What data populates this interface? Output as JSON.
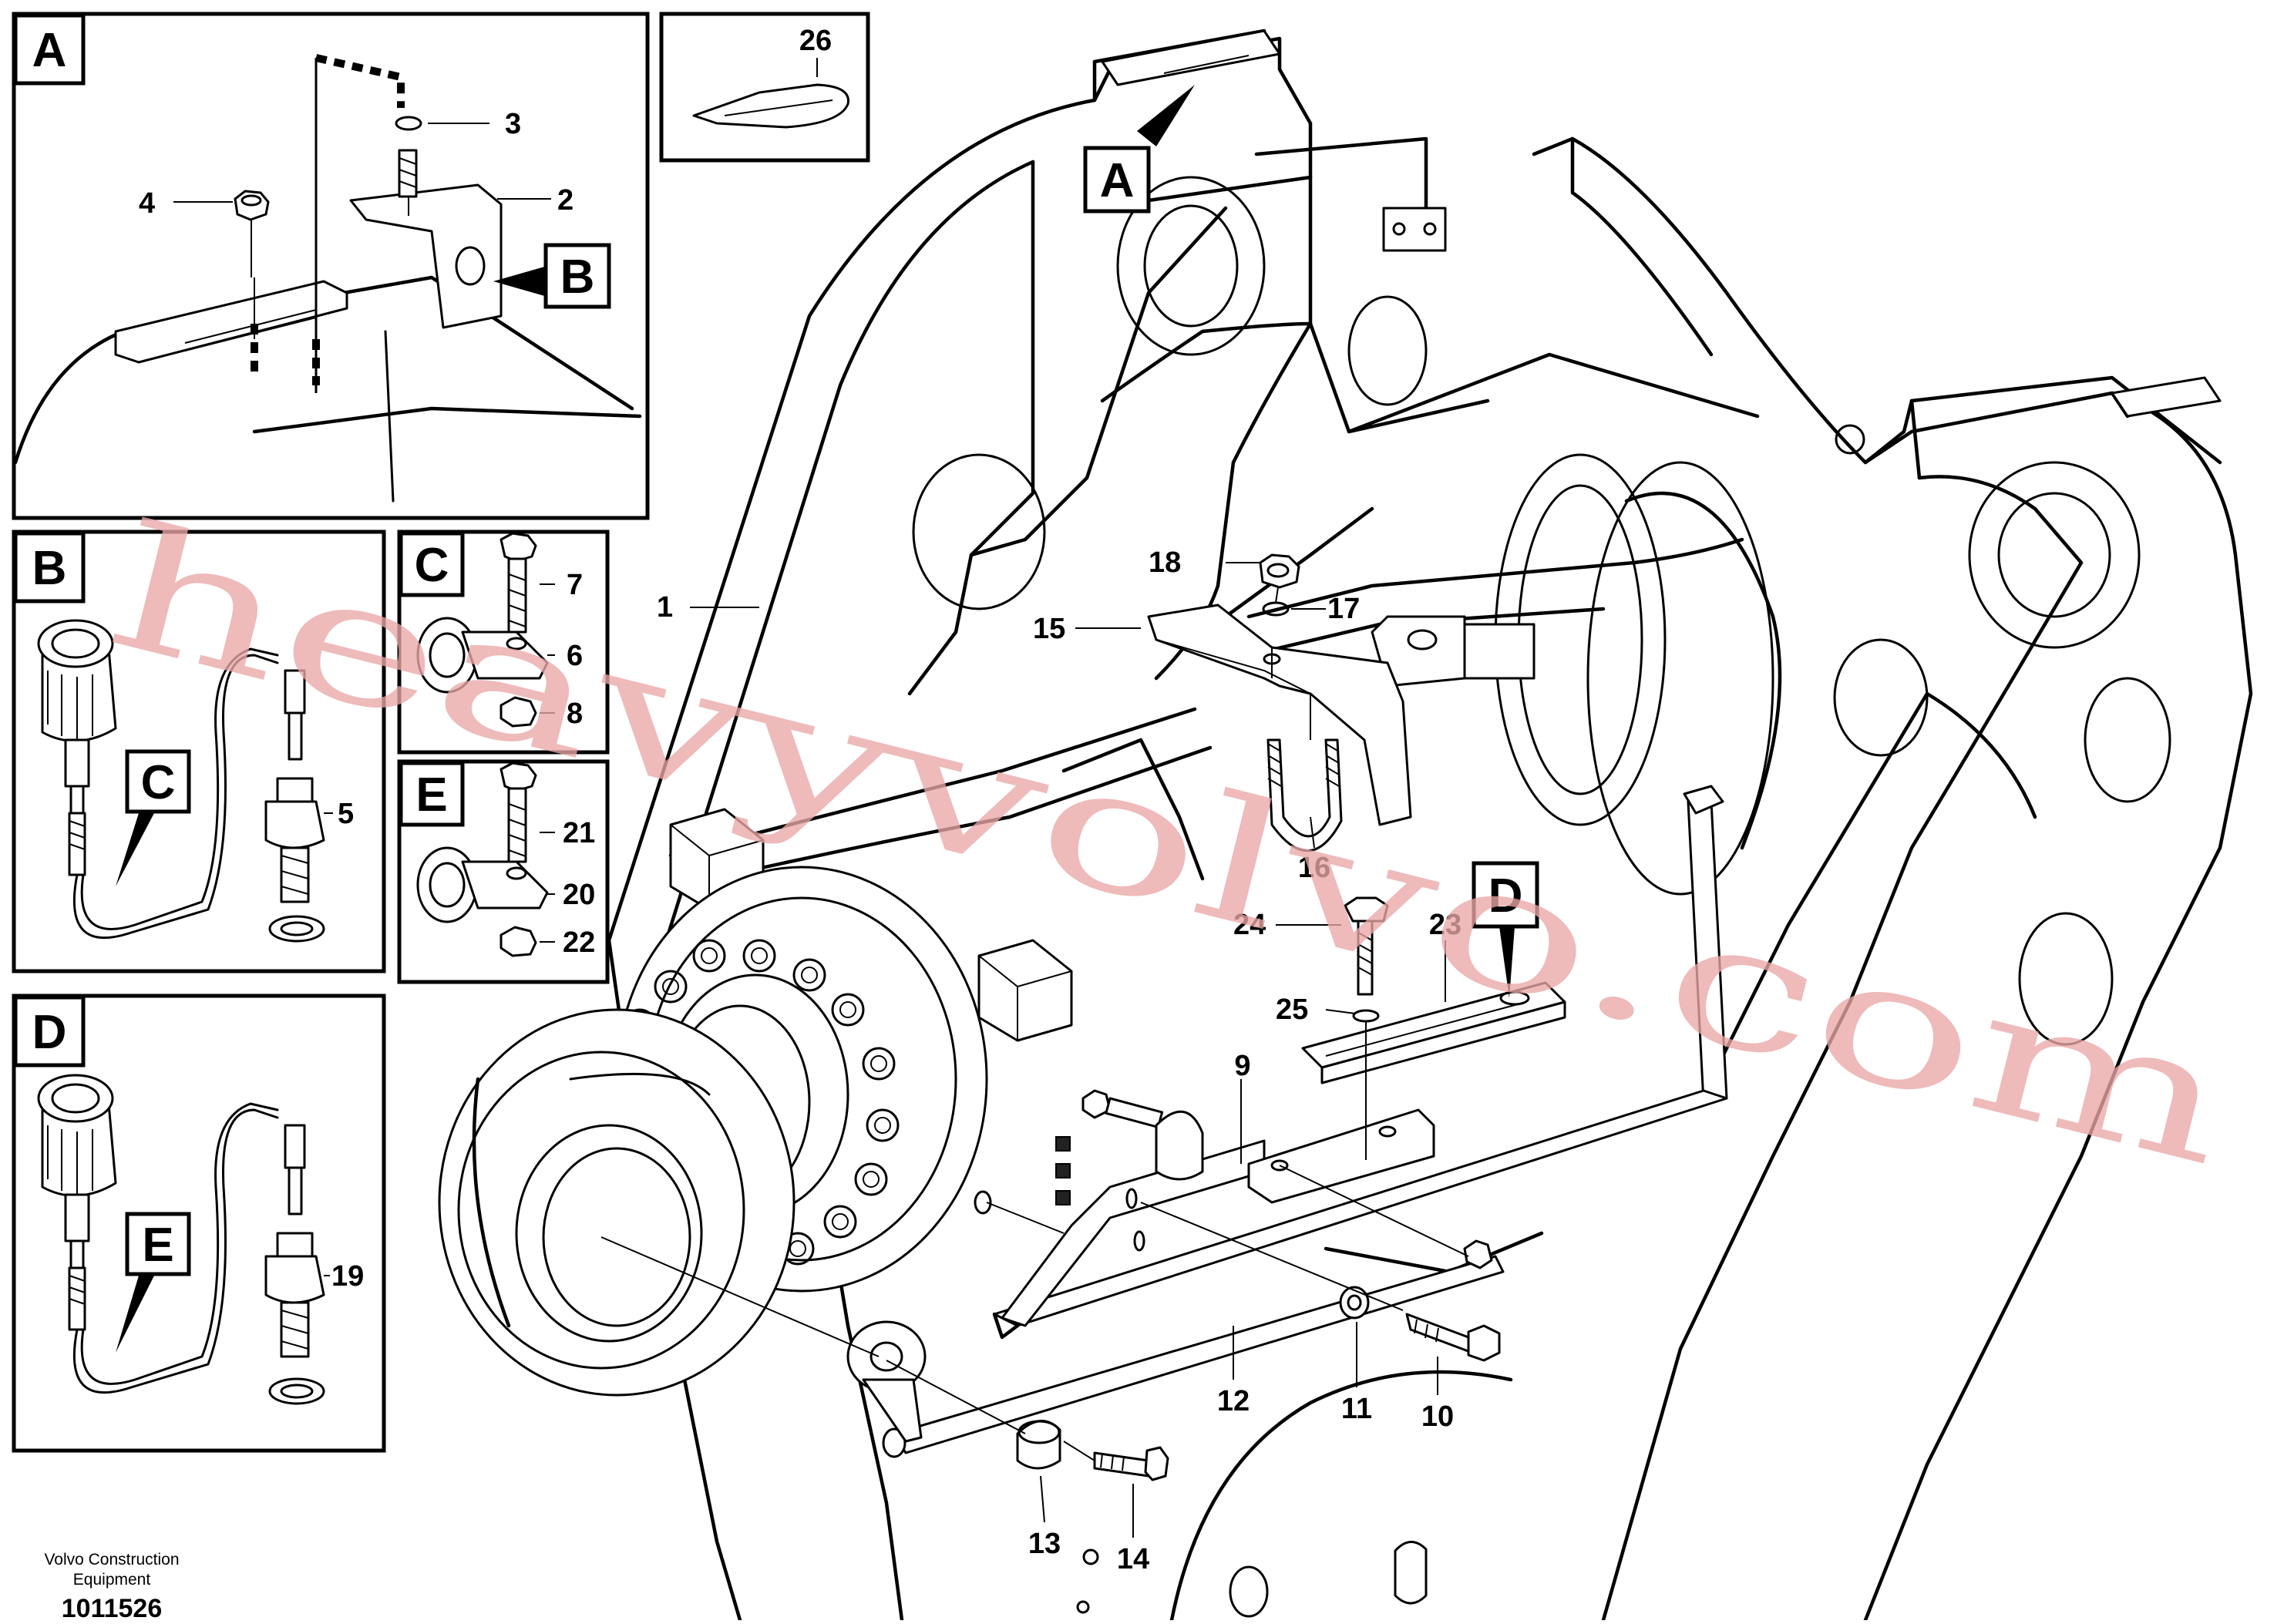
{
  "views": {
    "A": "A",
    "B": "B",
    "C": "C",
    "D": "D",
    "E": "E"
  },
  "callouts": {
    "a_main": "A",
    "b_in_a": "B",
    "c_in_b": "C",
    "d_main": "D",
    "e_in_d": "E"
  },
  "part_numbers": {
    "p1": "1",
    "p2": "2",
    "p3": "3",
    "p4": "4",
    "p5": "5",
    "p6": "6",
    "p7": "7",
    "p8": "8",
    "p9": "9",
    "p10": "10",
    "p11": "11",
    "p12": "12",
    "p13": "13",
    "p14": "14",
    "p15": "15",
    "p16": "16",
    "p17": "17",
    "p18": "18",
    "p19": "19",
    "p20": "20",
    "p21": "21",
    "p22": "22",
    "p23": "23",
    "p24": "24",
    "p25": "25",
    "p26": "26"
  },
  "footer": {
    "company_line1": "Volvo Construction",
    "company_line2": "Equipment",
    "drawing_id": "1011526"
  },
  "watermark": "heavyvolvo.com",
  "colors": {
    "line": "#000000",
    "background": "#ffffff",
    "watermark": "#e9a7a7"
  }
}
